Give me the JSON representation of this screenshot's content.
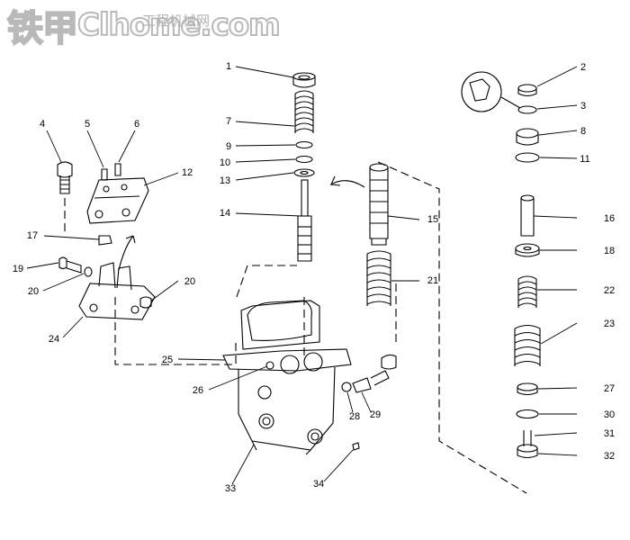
{
  "watermark": {
    "main": "铁甲",
    "latin": "Clhome.com",
    "subtitle": "工程机械网"
  },
  "diagram": {
    "callouts": [
      "1",
      "2",
      "3",
      "4",
      "5",
      "6",
      "7",
      "8",
      "9",
      "10",
      "11",
      "12",
      "13",
      "14",
      "15",
      "16",
      "17",
      "18",
      "19",
      "20",
      "20",
      "21",
      "22",
      "23",
      "24",
      "25",
      "26",
      "27",
      "28",
      "29",
      "30",
      "31",
      "32",
      "33",
      "34"
    ]
  }
}
